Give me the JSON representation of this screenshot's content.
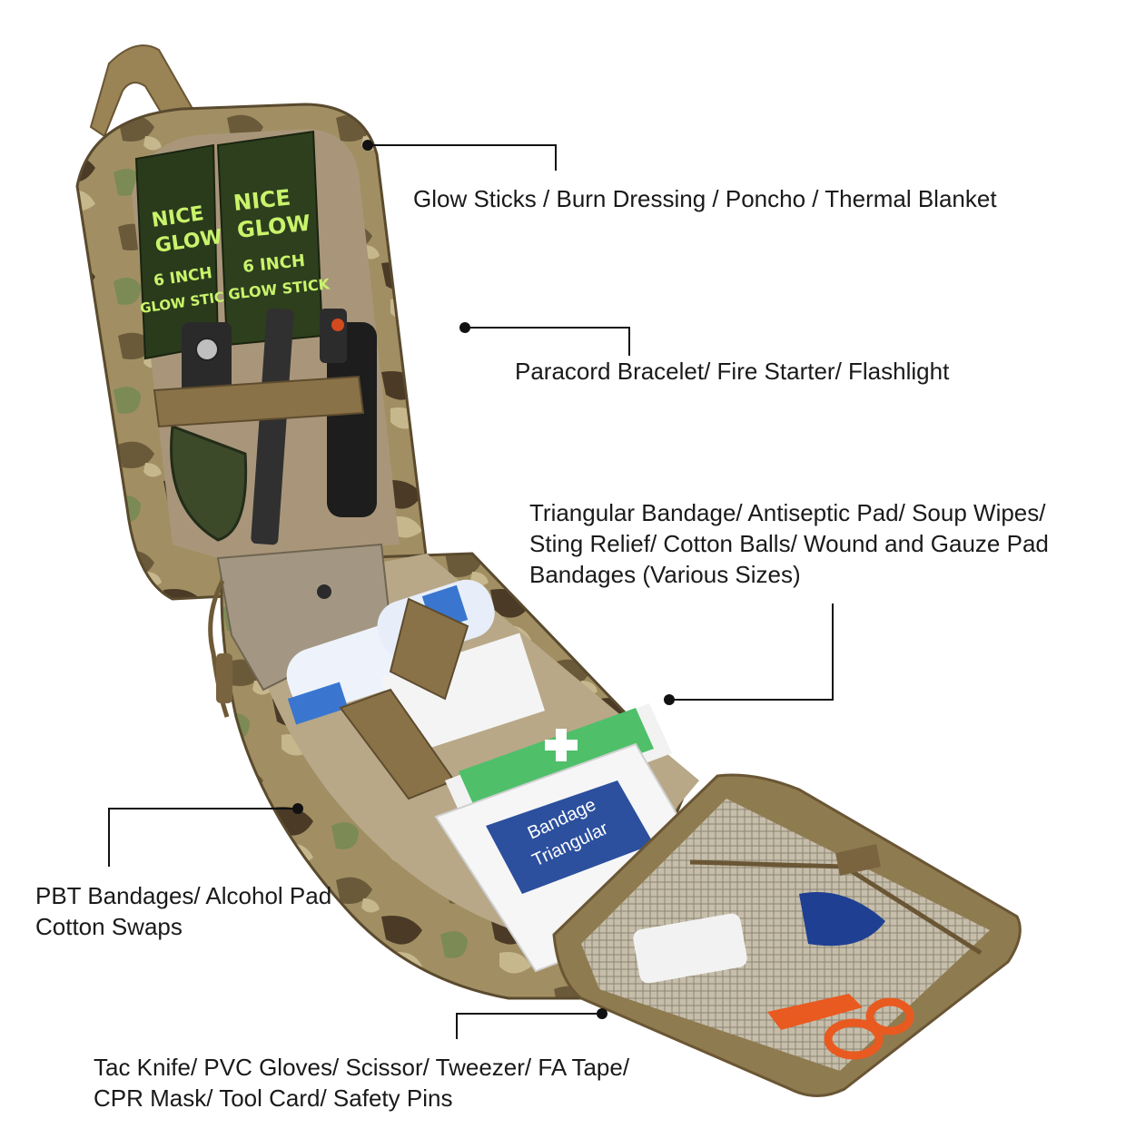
{
  "labels": [
    {
      "lines": [
        "Glow Sticks / Burn Dressing / Poncho / Thermal Blanket"
      ]
    },
    {
      "lines": [
        "Paracord Bracelet/ Fire Starter/ Flashlight"
      ]
    },
    {
      "lines": [
        "Triangular Bandage/ Antiseptic Pad/ Soup Wipes/",
        "Sting Relief/ Cotton Balls/ Wound and Gauze Pad",
        "Bandages (Various Sizes)"
      ]
    },
    {
      "lines": [
        "PBT Bandages/ Alcohol Pad",
        "Cotton Swaps"
      ]
    },
    {
      "lines": [
        "Tac Knife/ PVC Gloves/ Scissor/ Tweezer/ FA Tape/",
        "CPR Mask/ Tool Card/ Safety Pins"
      ]
    }
  ],
  "packets": {
    "brand_line1": "NICE",
    "brand_line2": "GLOW",
    "size": "6 INCH",
    "product": "GLOW STICK"
  },
  "bandage_box": {
    "line1": "Bandage",
    "line2": "Triangular"
  },
  "colors": {
    "camo_base": "#9c8a5e",
    "webbing": "#8a7248",
    "lining": "#a9967a",
    "packet": "#2a3b1c",
    "glow_text": "#c9f36b",
    "cross_green": "#4fbf6a",
    "box_blue": "#2c4f9e",
    "scissors": "#e85a20",
    "leader_line": "#111111"
  }
}
